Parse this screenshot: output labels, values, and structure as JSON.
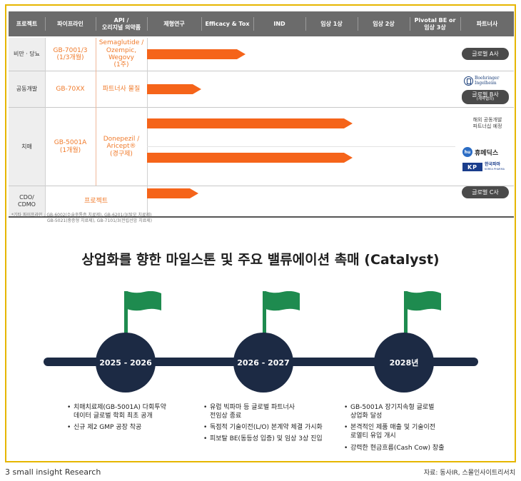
{
  "table": {
    "headers": [
      "프로젝트",
      "파이프라인",
      "API /\n오리지널 의약품",
      "제형연구",
      "Efficacy & Tox",
      "IND",
      "임상 1상",
      "임상 2상",
      "Pivotal BE or\n임상 3상",
      "파트너사"
    ],
    "rows": [
      {
        "category": "비만 · 당뇨",
        "pipeline": "GB-7001/3\n(1/3개월)",
        "api": "Semaglutide /\nOzempic,\nWegovy\n(1주)",
        "partner": "글로벌 A사"
      },
      {
        "category": "공동개발",
        "pipeline": "GB-70XX",
        "api": "파트너사 물질",
        "partner": "글로벌 B사",
        "partner_note": "(계약협의)",
        "partner_logo": "Boehringer\nIngelheim"
      },
      {
        "category": "치매",
        "pipeline": "GB-5001A\n(1개월)",
        "api": "Donepezil /\nAricept®\n(경구제)",
        "partner_text": "해외 공동개발\n파트너십 예정",
        "partner_logo1": "휴메딕스",
        "partner_logo2_mark": "KP",
        "partner_logo2": "한국파마",
        "partner_logo2_sub": "KOREA PHARMA",
        "partner_logo1_mark": "hu"
      },
      {
        "category": "CDO/\nCDMO",
        "pipeline": "프로젝트",
        "partner": "글로벌 C사"
      }
    ],
    "footnote1": "*기타 파이프라인 : GB-6002(수술후통증 치료제), GB-6201/3(탈모 치료제)",
    "footnote2": "GB-5021(중증형 치료제), GB-7101/3(전립선암 치료제)"
  },
  "progress": [
    {
      "row": "GB-7001/3",
      "reaches_column": "Efficacy & Tox",
      "fraction_of_column": 0.85
    },
    {
      "row": "GB-70XX",
      "reaches_column": "제형연구",
      "fraction_of_column": 1.0
    },
    {
      "row": "GB-5001A (1)",
      "reaches_column": "임상 1상",
      "fraction_of_column": 0.9
    },
    {
      "row": "GB-5001A (2)",
      "reaches_column": "임상 1상",
      "fraction_of_column": 0.9
    },
    {
      "row": "CDO/CDMO",
      "reaches_column": "제형연구",
      "fraction_of_column": 0.95
    }
  ],
  "milestones": {
    "title": "상업화를 향한 마일스톤 및 주요 밸류에이션 촉매 (Catalyst)",
    "items": [
      {
        "period": "2025 - 2026",
        "bullets": [
          "치매치료제(GB-5001A) 다회투약\n데이터 글로벌 학회 최초 공개",
          "신규 제2 GMP 공장 착공"
        ]
      },
      {
        "period": "2026 - 2027",
        "bullets": [
          "유럽 빅파마 등 글로벌 파트너사\n전임상 종료",
          "독점적 기술이전(L/O) 본계약 체결 가시화",
          "피보탈 BE(동등성 입증) 및 임상 3상 진입"
        ]
      },
      {
        "period": "2028년",
        "bullets": [
          "GB-5001A 장기지속형 글로벌\n상업화 달성",
          "본격적인 제품 매출 및 기술이전\n로열티 유입 개시",
          "강력한 현금흐름(Cash Cow) 창출"
        ]
      }
    ]
  },
  "footer": {
    "left": "3  small insight Research",
    "right": "자료: 동사IR, 스몰인사이트리서치"
  },
  "colors": {
    "accent": "#f5641a",
    "border": "#e6b600",
    "navy": "#1c2a44",
    "flag": "#1e8b4f"
  }
}
